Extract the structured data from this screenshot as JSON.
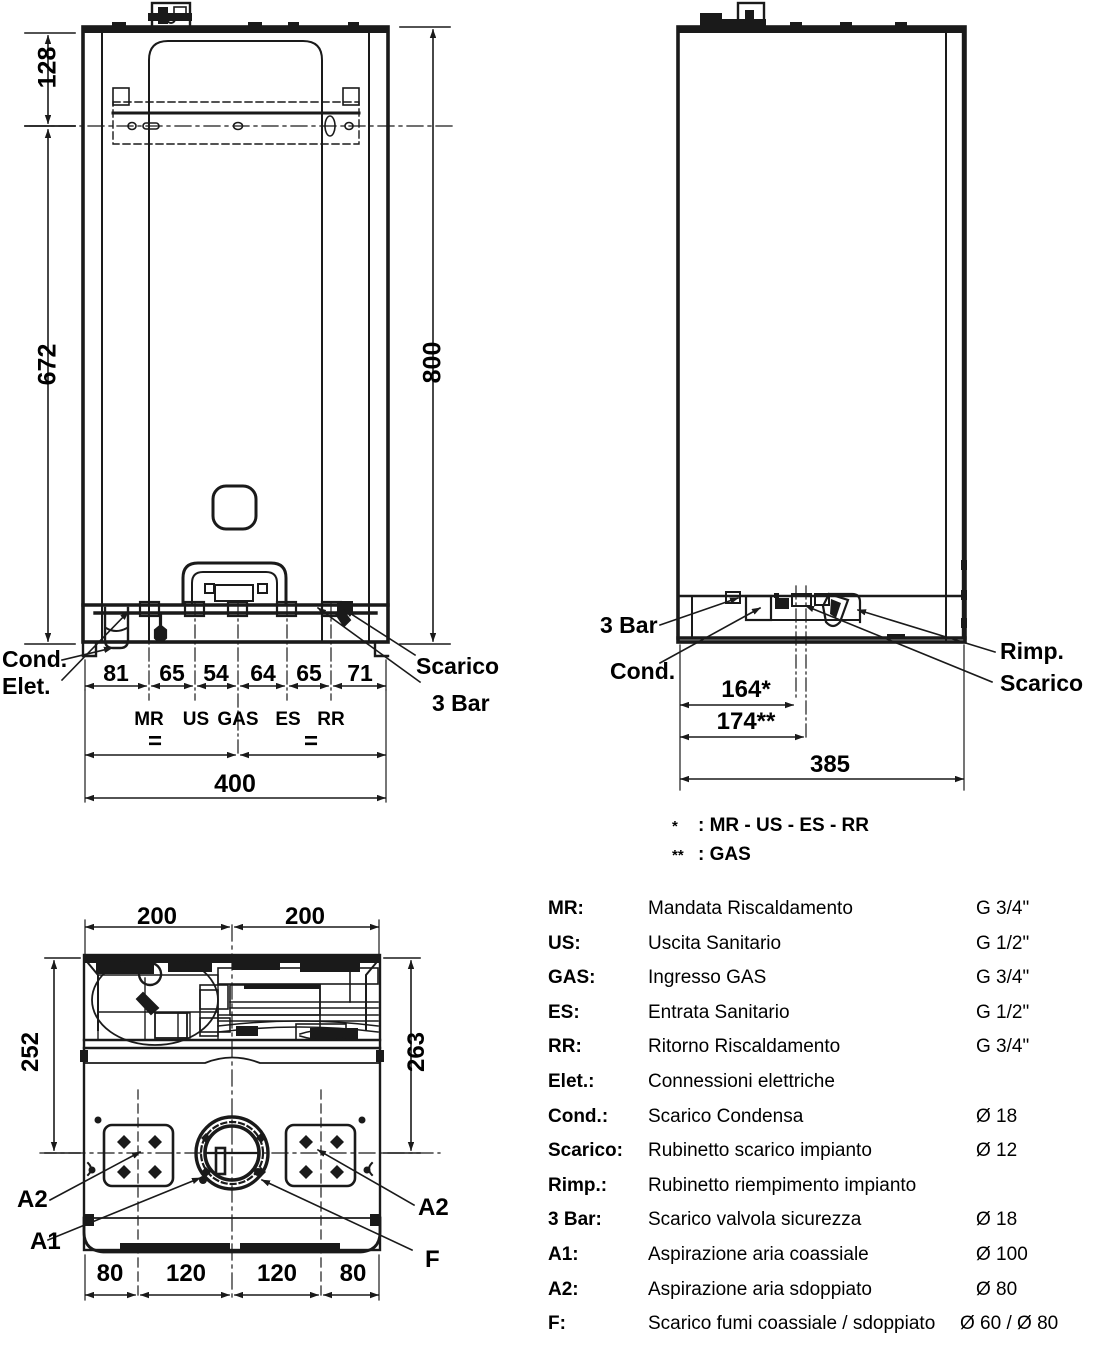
{
  "drawing": {
    "title": "Boiler installation dimensions",
    "units": "mm",
    "line_color": "#1a1a1a"
  },
  "front_view": {
    "name": "front-view",
    "vertical_dims": [
      {
        "value": "128",
        "desc": "top of boiler to bracket centerline"
      },
      {
        "value": "672",
        "desc": "bracket centerline to bottom of connections"
      },
      {
        "value": "800",
        "desc": "overall height"
      }
    ],
    "connection_spacing": [
      "81",
      "65",
      "54",
      "64",
      "65",
      "71"
    ],
    "connection_labels": [
      "MR",
      "US",
      "GAS",
      "ES",
      "RR"
    ],
    "equal_marks": [
      "=",
      "="
    ],
    "overall_width": "400",
    "callouts": {
      "cond": "Cond.",
      "elet": "Elet.",
      "scarico": "Scarico",
      "bar3": "3 Bar"
    }
  },
  "side_view": {
    "name": "side-view",
    "dims": [
      "164*",
      "174**",
      "385"
    ],
    "callouts": {
      "bar3": "3 Bar",
      "cond": "Cond.",
      "rimp": "Rimp.",
      "scarico": "Scarico"
    },
    "notes": [
      {
        "star": "*",
        "text": ": MR - US - ES - RR"
      },
      {
        "star": "**",
        "text": ": GAS"
      }
    ]
  },
  "plan_view": {
    "name": "plan-view",
    "top_dims": [
      "200",
      "200"
    ],
    "left_dim": "252",
    "right_dim": "263",
    "bottom_dims": [
      "80",
      "120",
      "120",
      "80"
    ],
    "callouts": {
      "a2_left": "A2",
      "a2_right": "A2",
      "a1": "A1",
      "f": "F"
    }
  },
  "legend": {
    "name": "connection-legend",
    "rows": [
      {
        "key": "MR:",
        "desc": "Mandata Riscaldamento",
        "size": "G 3/4\""
      },
      {
        "key": "US:",
        "desc": "Uscita Sanitario",
        "size": "G 1/2\""
      },
      {
        "key": "GAS:",
        "desc": "Ingresso GAS",
        "size": "G 3/4\""
      },
      {
        "key": "ES:",
        "desc": "Entrata Sanitario",
        "size": "G 1/2\""
      },
      {
        "key": "RR:",
        "desc": "Ritorno Riscaldamento",
        "size": "G 3/4\""
      },
      {
        "key": "Elet.:",
        "desc": "Connessioni elettriche",
        "size": ""
      },
      {
        "key": "Cond.:",
        "desc": "Scarico Condensa",
        "size": "Ø 18"
      },
      {
        "key": "Scarico:",
        "desc": "Rubinetto scarico impianto",
        "size": "Ø 12"
      },
      {
        "key": "Rimp.:",
        "desc": "Rubinetto riempimento impianto",
        "size": ""
      },
      {
        "key": "3 Bar:",
        "desc": "Scarico valvola sicurezza",
        "size": "Ø 18"
      },
      {
        "key": "A1:",
        "desc": "Aspirazione aria coassiale",
        "size": "Ø 100"
      },
      {
        "key": "A2:",
        "desc": "Aspirazione aria sdoppiato",
        "size": "Ø 80"
      },
      {
        "key": "F:",
        "desc": "Scarico fumi coassiale / sdoppiato",
        "size": "Ø 60 / Ø 80"
      }
    ]
  }
}
